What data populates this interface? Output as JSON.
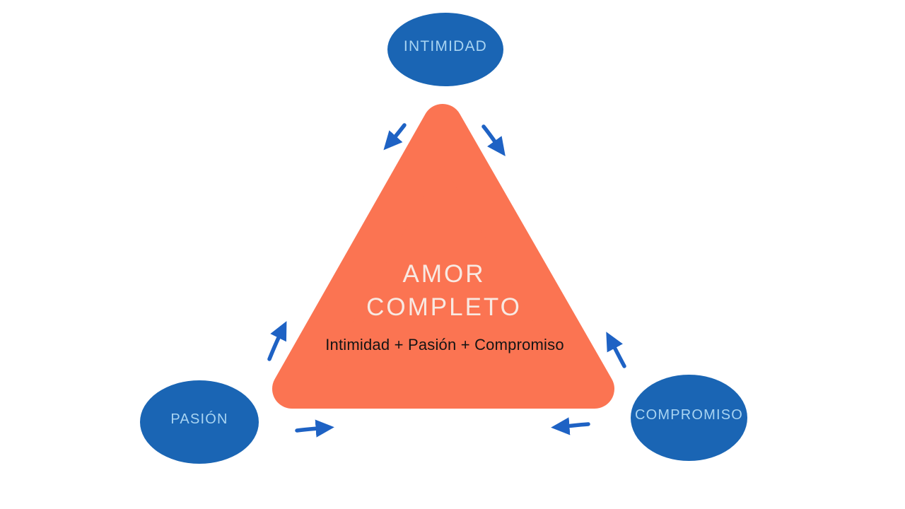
{
  "diagram": {
    "type": "triangle-of-love",
    "background_color": "#ffffff",
    "center": {
      "line1": "AMOR",
      "line2": "COMPLETO",
      "formula": "Intimidad + Pasión + Compromiso"
    },
    "nodes": [
      {
        "id": "intimidad",
        "label": "INTIMIDAD",
        "position": "top"
      },
      {
        "id": "pasion",
        "label": "PASIÓN",
        "position": "bottom-left"
      },
      {
        "id": "compromiso",
        "label": "COMPROMISO",
        "position": "bottom-right"
      }
    ],
    "colors": {
      "triangle_fill": "#FB7452",
      "node_fill": "#1A65B4",
      "node_text": "#A8D4F2",
      "center_text": "#F8E9E2",
      "formula_text": "#141414",
      "arrow": "#1E62C4"
    },
    "icons": [
      {
        "name": "arrow-apex-left-icon",
        "direction": "down-left"
      },
      {
        "name": "arrow-apex-right-icon",
        "direction": "down-right"
      },
      {
        "name": "arrow-left-side-icon",
        "direction": "up-right"
      },
      {
        "name": "arrow-right-side-icon",
        "direction": "up-left"
      },
      {
        "name": "arrow-bottom-left-icon",
        "direction": "right"
      },
      {
        "name": "arrow-bottom-right-icon",
        "direction": "left"
      }
    ]
  }
}
